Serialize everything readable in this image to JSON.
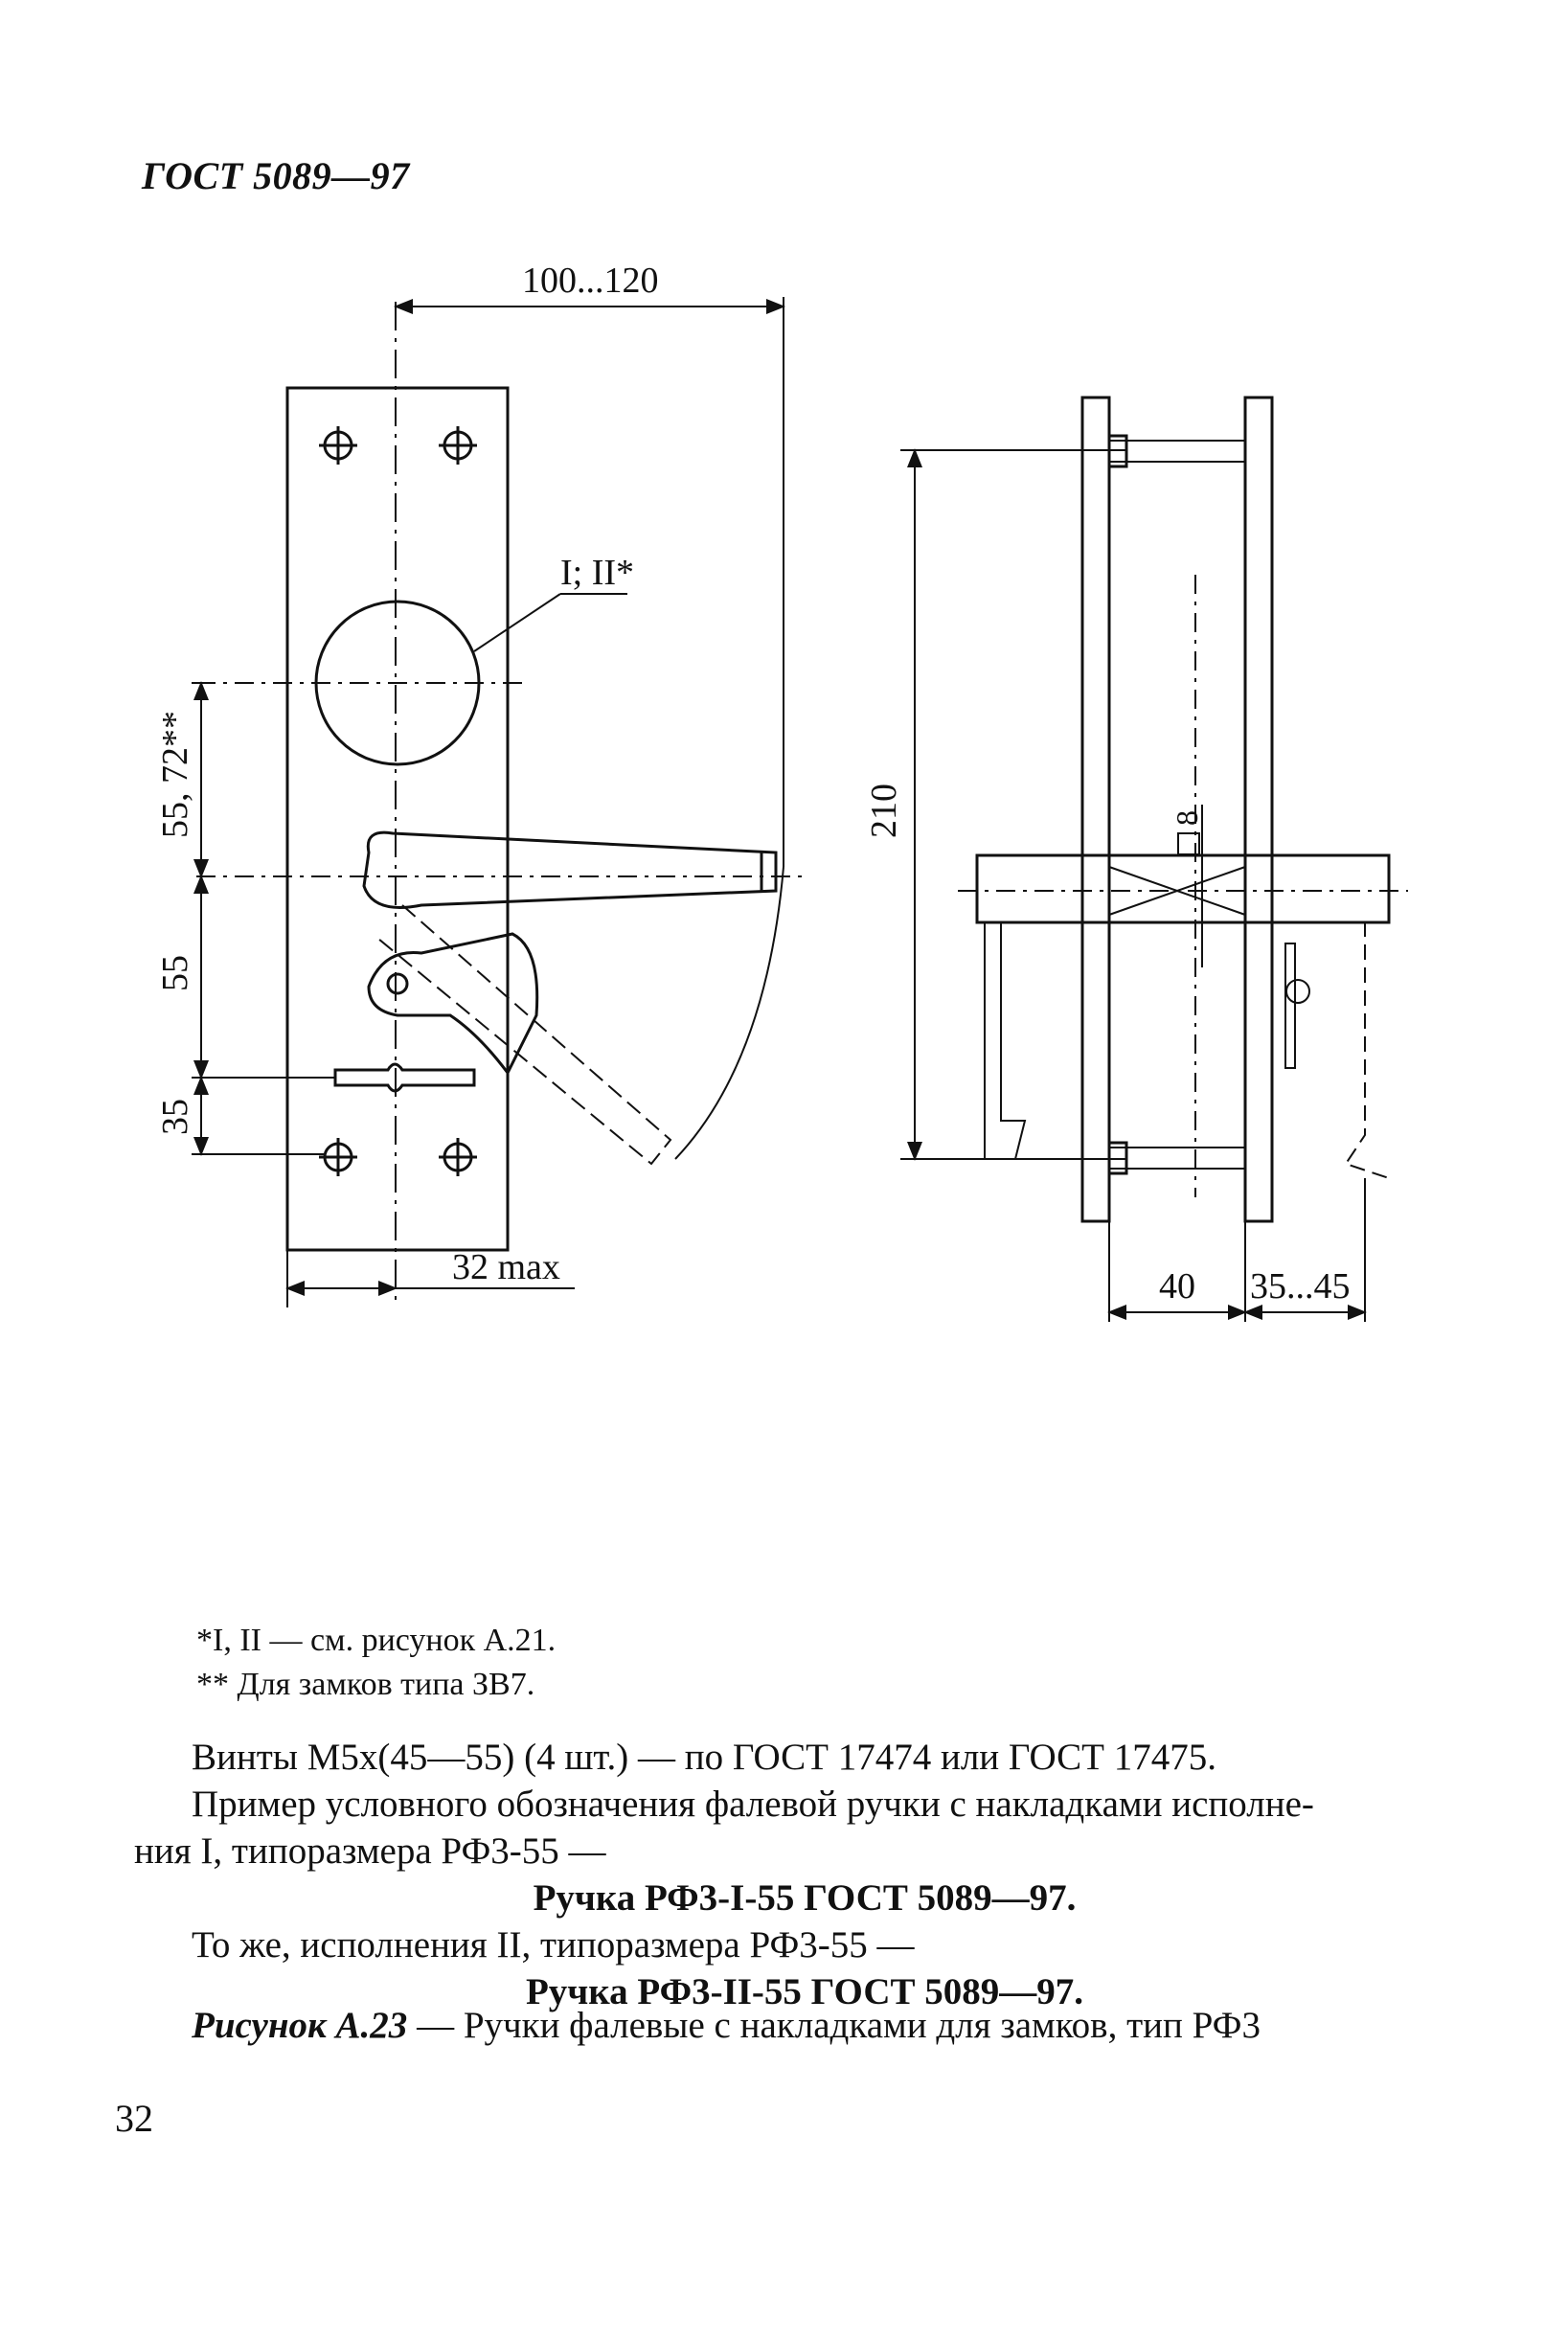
{
  "header": {
    "standard": "ГОСТ 5089—97"
  },
  "drawing": {
    "dim_top_width": "100...120",
    "dim_variant": "I; II*",
    "dim_left_upper": "55, 72**",
    "dim_left_middle": "55",
    "dim_left_lower": "35",
    "dim_bottom": "32 max",
    "dim_height": "210",
    "dim_square": "8",
    "dim_side_left": "40",
    "dim_side_right": "35...45"
  },
  "notes": {
    "note1": "*I, II — см. рисунок А.21.",
    "note2": "** Для замков типа ЗВ7."
  },
  "body": {
    "screws": "Винты М5х(45—55) (4 шт.) — по ГОСТ 17474 или ГОСТ 17475.",
    "example_intro_1": "Пример условного обозначения фалевой ручки с накладками исполне-",
    "example_intro_2": "ния I, типоразмера РФ3-55 —",
    "designation_1": "Ручка РФ3-I-55 ГОСТ 5089—97.",
    "same_text": "То же, исполнения II, типоразмера РФ3-55 —",
    "designation_2": "Ручка РФ3-II-55 ГОСТ 5089—97."
  },
  "caption": {
    "label": "Рисунок А.23",
    "text": " — Ручки фалевые с накладками для замков, тип РФ3"
  },
  "page": {
    "number": "32"
  }
}
